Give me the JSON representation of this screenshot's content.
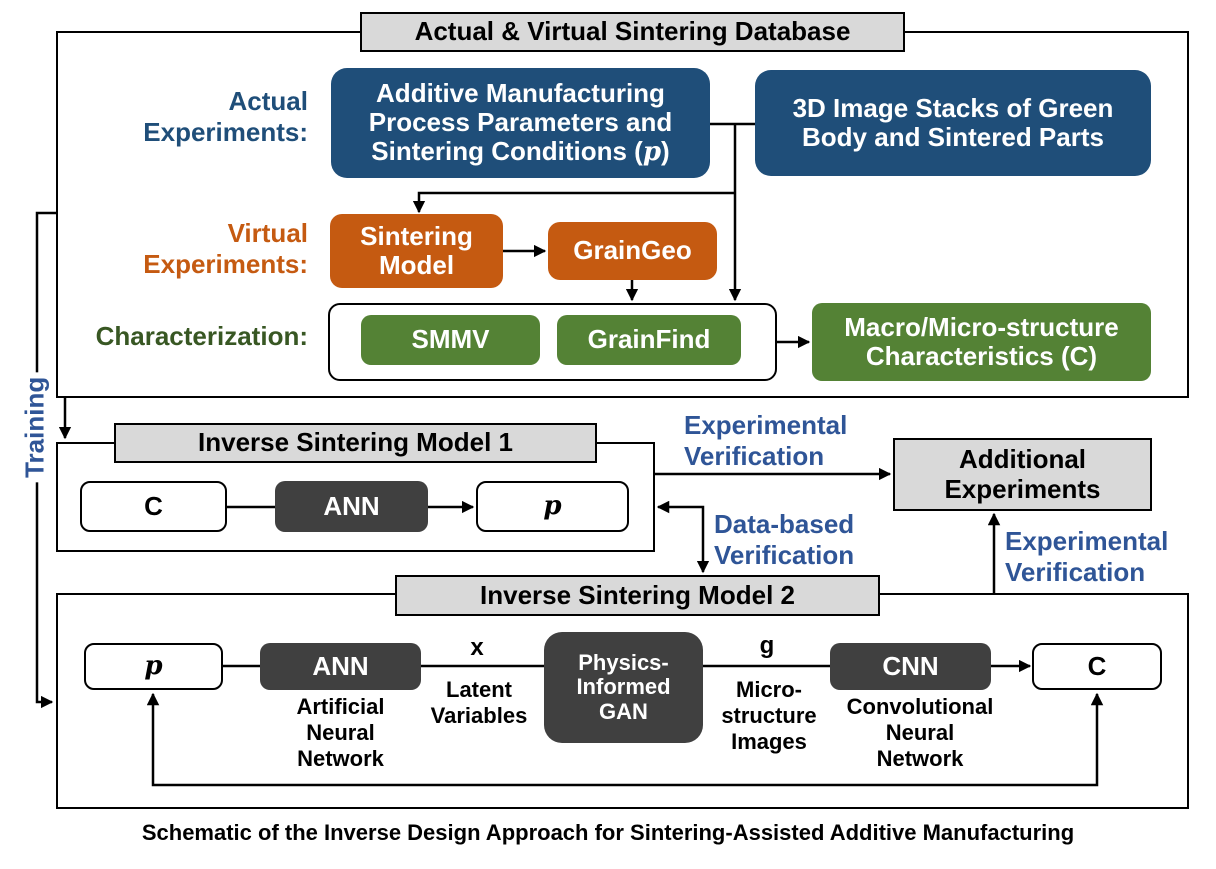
{
  "database": {
    "title": "Actual & Virtual Sintering Database"
  },
  "rows": {
    "actual": {
      "line1": "Actual",
      "line2": "Experiments:",
      "color": "#1f4e79"
    },
    "virtual": {
      "line1": "Virtual",
      "line2": "Experiments:",
      "color": "#c55a11"
    },
    "characterization": {
      "text": "Characterization:",
      "color": "#385723"
    }
  },
  "nodes": {
    "am_params": {
      "line1": "Additive Manufacturing",
      "line2": "Process Parameters and",
      "line3": "Sintering Conditions (",
      "symbol": "p",
      "close": ")"
    },
    "image_stacks": {
      "line1": "3D Image Stacks of Green",
      "line2": "Body and Sintered Parts"
    },
    "sintering_model": {
      "line1": "Sintering",
      "line2": "Model"
    },
    "graingeo": {
      "text": "GrainGeo"
    },
    "smmv": {
      "text": "SMMV"
    },
    "grainfind": {
      "text": "GrainFind"
    },
    "macro_micro": {
      "line1": "Macro/Micro-structure",
      "line2": "Characteristics (C)"
    }
  },
  "model1": {
    "title": "Inverse Sintering Model 1",
    "c": "C",
    "ann": "ANN",
    "p": "p"
  },
  "model2": {
    "title": "Inverse Sintering Model 2",
    "p": "p",
    "ann": "ANN",
    "ann_sub": [
      "Artificial",
      "Neural",
      "Network"
    ],
    "x": "x",
    "latent": [
      "Latent",
      "Variables"
    ],
    "gan": [
      "Physics-",
      "Informed",
      "GAN"
    ],
    "g": "g",
    "micro": [
      "Micro-",
      "structure",
      "Images"
    ],
    "cnn": "CNN",
    "cnn_sub": [
      "Convolutional",
      "Neural",
      "Network"
    ],
    "c": "C"
  },
  "additional": {
    "line1": "Additional",
    "line2": "Experiments"
  },
  "labels": {
    "training": "Training",
    "exp_verif1": [
      "Experimental",
      "Verification"
    ],
    "data_verif": [
      "Data-based",
      "Verification"
    ],
    "exp_verif2": [
      "Experimental",
      "Verification"
    ]
  },
  "caption": "Schematic of the Inverse Design Approach for Sintering-Assisted Additive Manufacturing",
  "colors": {
    "label_blue": "#2f5597",
    "box_blue": "#1f4e79",
    "box_orange": "#c55a11",
    "box_green": "#548235",
    "box_dark": "#404040",
    "box_grey": "#d9d9d9"
  }
}
